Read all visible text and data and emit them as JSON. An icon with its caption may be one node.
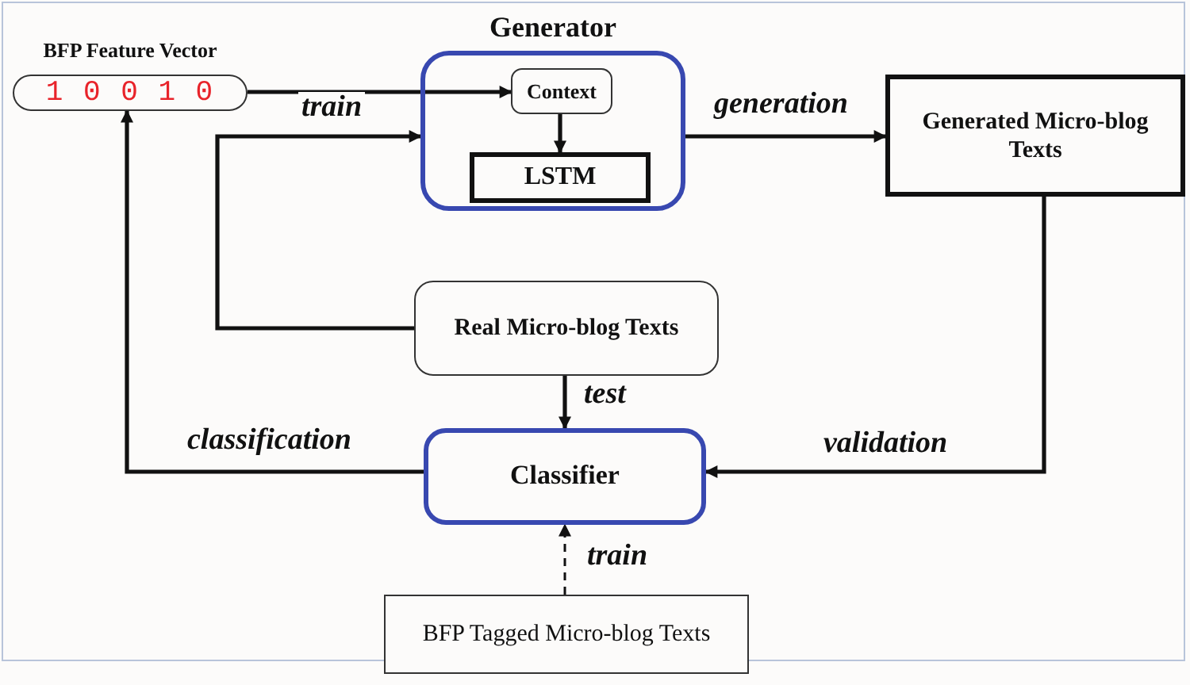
{
  "diagram": {
    "nodes": [
      {
        "text": [
          "Generator"
        ]
      },
      {
        "text": [
          "Context"
        ],
        "in": 0
      },
      {
        "text": [
          "LSTM"
        ],
        "in": 0
      },
      {
        "text": [
          "BFP Feature Vector",
          "1 0 0 1 0"
        ]
      },
      {
        "text": [
          "Generated Micro-blog Texts"
        ]
      },
      {
        "text": [
          "Real Micro-blog Texts"
        ]
      },
      {
        "text": [
          "Classifier"
        ]
      },
      {
        "text": [
          "BFP Tagged Micro-blog Texts"
        ]
      }
    ],
    "edges": [
      {
        "from": 3,
        "to": 1,
        "arrow": "to"
      },
      {
        "from": 1,
        "to": 2,
        "arrow": "to"
      },
      {
        "from": 0,
        "to": 4,
        "arrow": "to",
        "label": "generation"
      },
      {
        "from": 5,
        "to": 0,
        "arrow": "to",
        "label": "train"
      },
      {
        "from": 5,
        "to": 6,
        "arrow": "to",
        "label": "test"
      },
      {
        "from": 7,
        "to": 6,
        "arrow": "to",
        "label": "train",
        "style": "dashed"
      },
      {
        "from": 4,
        "to": 6,
        "arrow": "to",
        "label": "validation"
      },
      {
        "from": 6,
        "to": 3,
        "arrow": "to",
        "label": "classification"
      }
    ]
  }
}
